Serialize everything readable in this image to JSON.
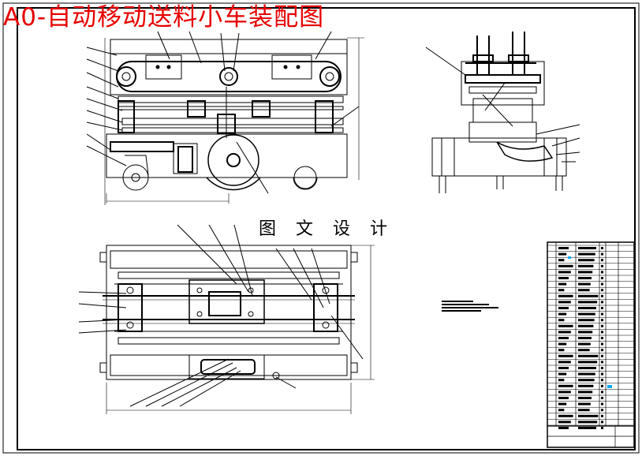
{
  "drawing": {
    "title": "A0-自动移动送料小车装配图",
    "watermark": "图 文 设 计",
    "title_color": "#e60000",
    "line_color": "#000000",
    "accent_color": "#00aaff",
    "views": [
      "front-view",
      "side-view",
      "top-view",
      "bom-table"
    ]
  }
}
